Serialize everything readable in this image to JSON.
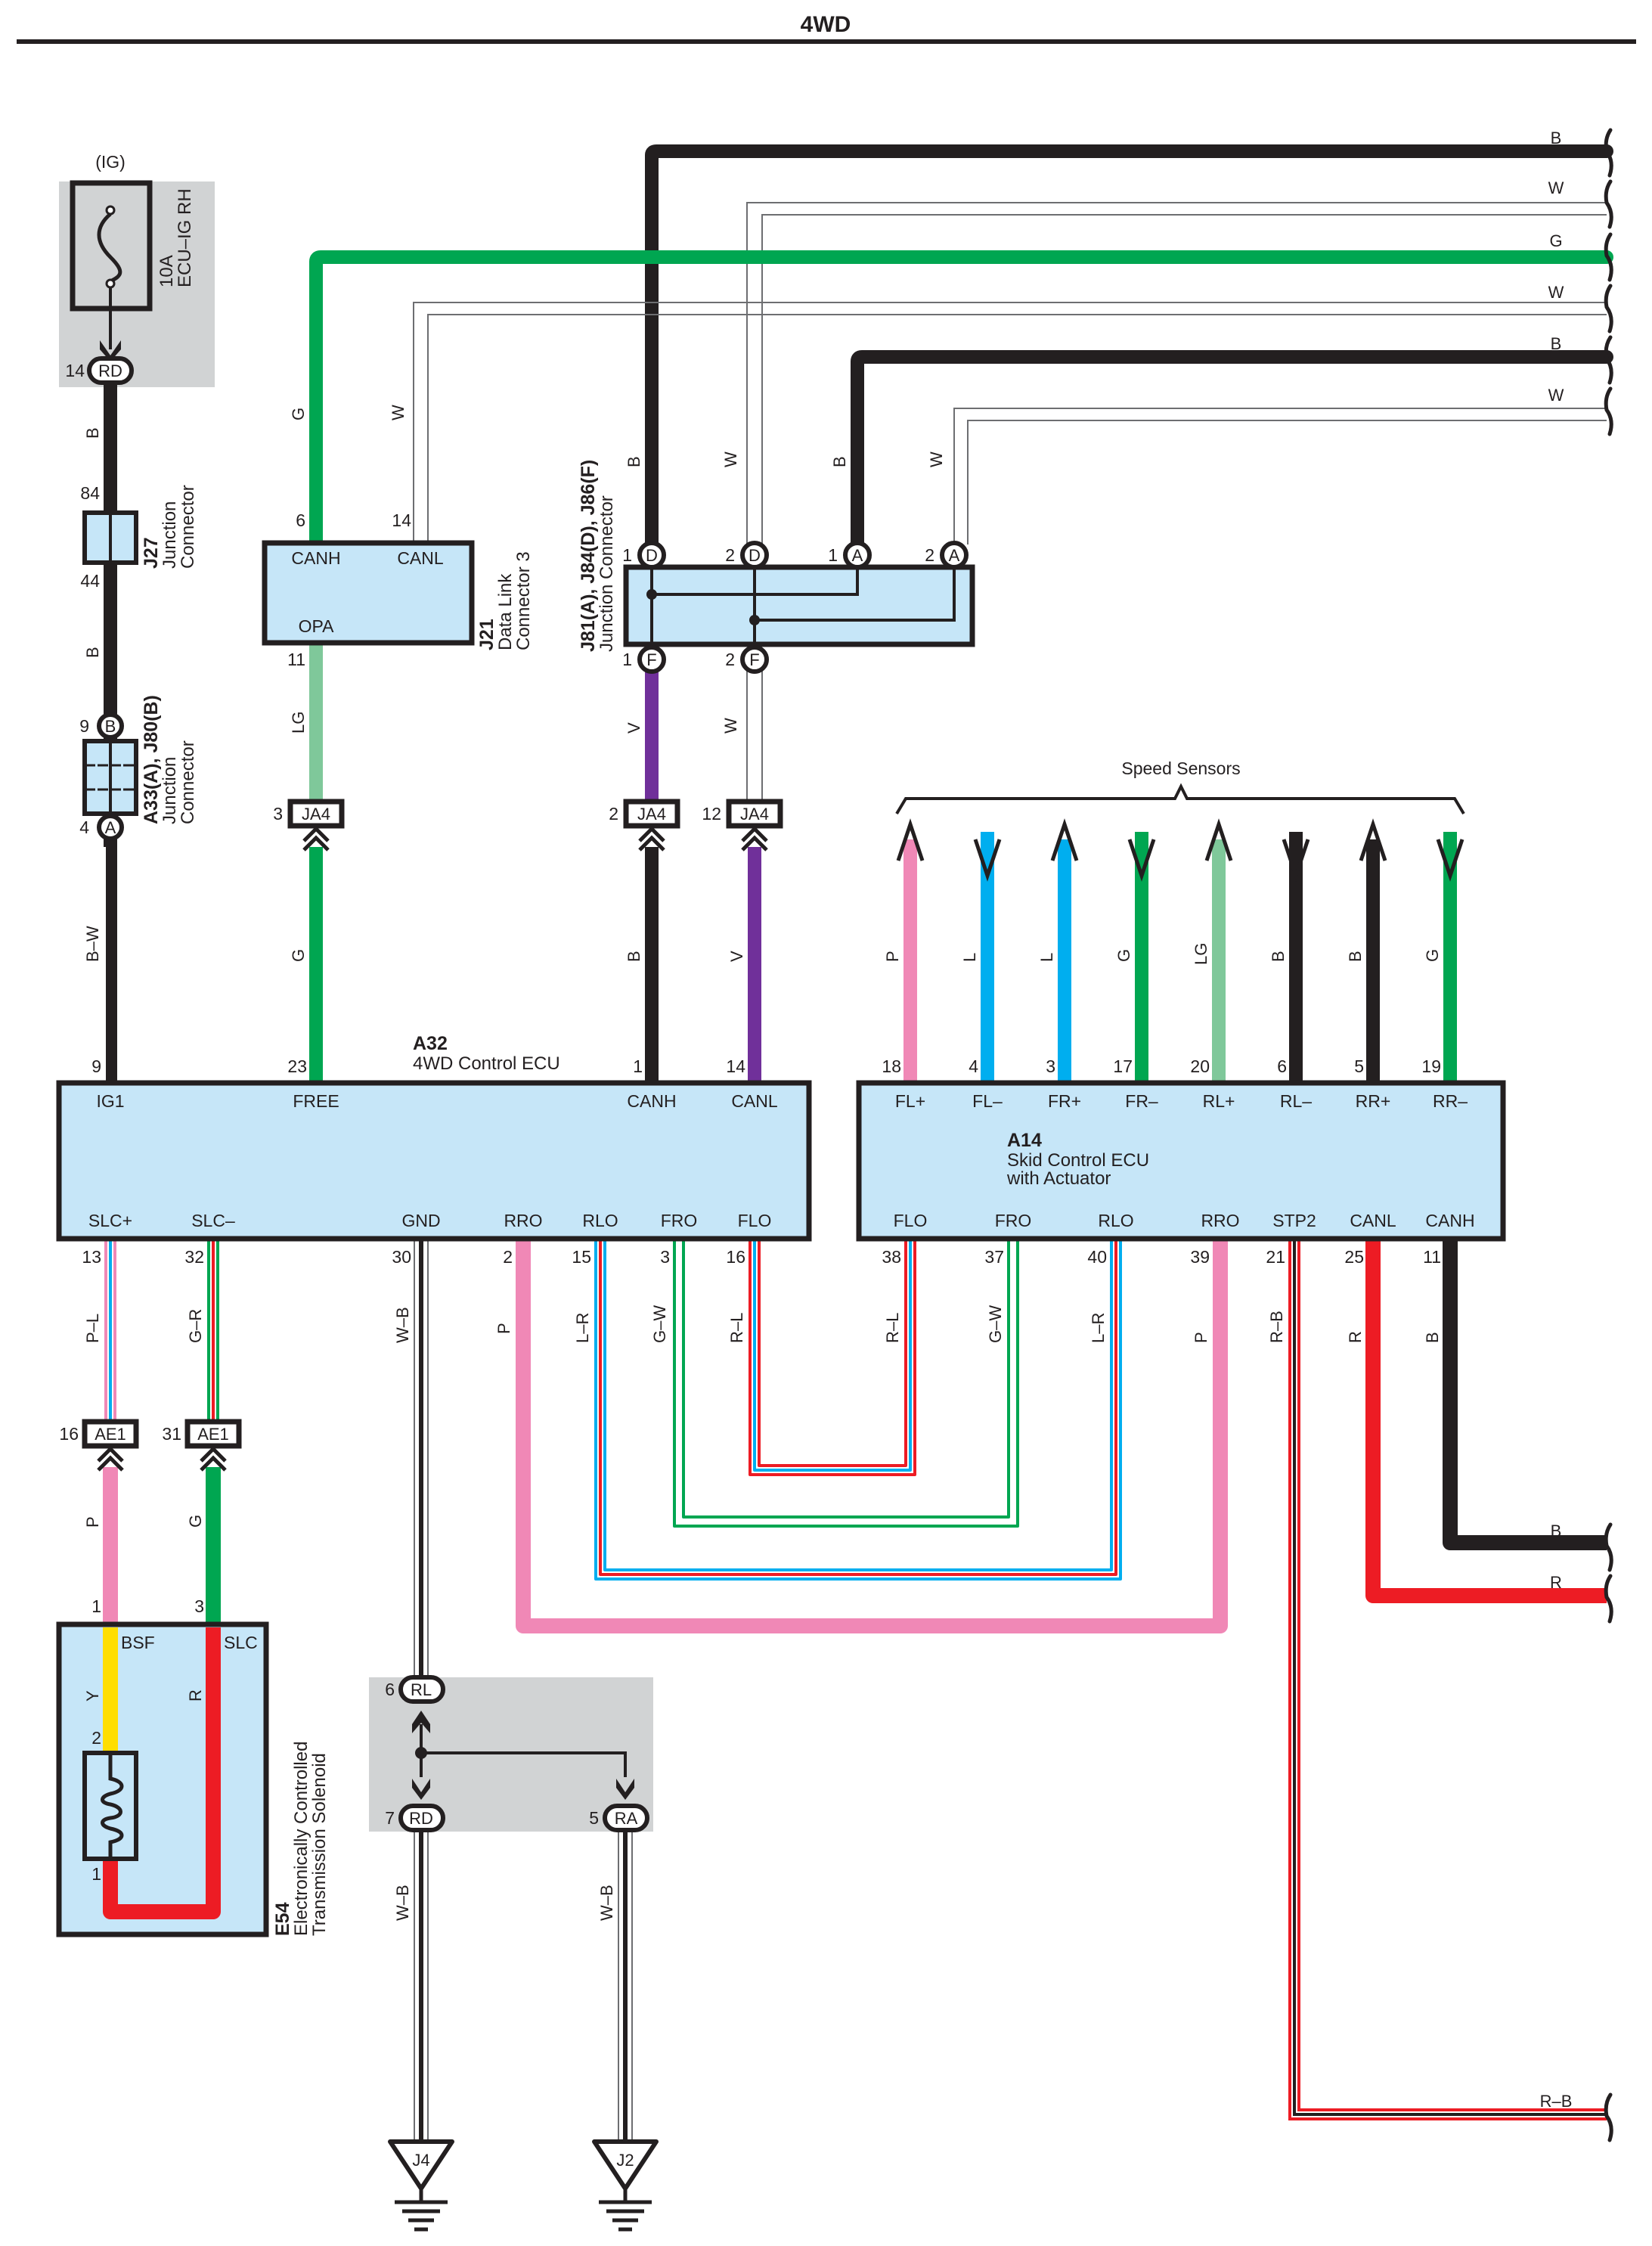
{
  "title": "4WD",
  "colors": {
    "B": "#231f20",
    "W": "#ffffff",
    "G": "#00a651",
    "LG": "#7fc89a",
    "V": "#70309a",
    "P": "#f088b6",
    "L": "#00aeef",
    "R": "#ed1c24",
    "Y": "#ffde00",
    "component_fill": "#c6e6f8",
    "shade": "#d1d3d4"
  },
  "fuse": {
    "supply": "(IG)",
    "rating": "10A",
    "name": "ECU–IG RH",
    "connector_pin": "14",
    "connector_id": "RD"
  },
  "j27": {
    "id": "J27",
    "name_line1": "Junction",
    "name_line2": "Connector",
    "pin_top": "84",
    "pin_bottom": "44"
  },
  "a33_j80": {
    "id": "A33(A), J80(B)",
    "name_line1": "Junction",
    "name_line2": "Connector",
    "pin_top": "9",
    "pin_top_id": "B",
    "pin_bottom": "4",
    "pin_bottom_id": "A"
  },
  "j21": {
    "id": "J21",
    "name_line1": "Data Link",
    "name_line2": "Connector 3",
    "terminals": {
      "canh": "CANH",
      "canl": "CANL",
      "opa": "OPA"
    },
    "pins": {
      "canh": "6",
      "canl": "14",
      "opa": "11"
    }
  },
  "junction_j81": {
    "id": "J81(A), J84(D), J86(F)",
    "name": "Junction Connector",
    "top_pins": [
      {
        "num": "1",
        "id": "D"
      },
      {
        "num": "2",
        "id": "D"
      },
      {
        "num": "1",
        "id": "A"
      },
      {
        "num": "2",
        "id": "A"
      }
    ],
    "bottom_pins": [
      {
        "num": "1",
        "id": "F"
      },
      {
        "num": "2",
        "id": "F"
      }
    ]
  },
  "ja4_plugs": [
    {
      "pin": "3",
      "id": "JA4"
    },
    {
      "pin": "2",
      "id": "JA4"
    },
    {
      "pin": "12",
      "id": "JA4"
    }
  ],
  "ae1_plugs": [
    {
      "pin": "16",
      "id": "AE1"
    },
    {
      "pin": "31",
      "id": "AE1"
    }
  ],
  "a32": {
    "id": "A32",
    "name": "4WD Control ECU",
    "top_terminals": [
      {
        "pin": "9",
        "name": "IG1"
      },
      {
        "pin": "23",
        "name": "FREE"
      },
      {
        "pin": "1",
        "name": "CANH"
      },
      {
        "pin": "14",
        "name": "CANL"
      }
    ],
    "bottom_terminals": [
      {
        "pin": "13",
        "name": "SLC+"
      },
      {
        "pin": "32",
        "name": "SLC–"
      },
      {
        "pin": "30",
        "name": "GND"
      },
      {
        "pin": "2",
        "name": "RRO"
      },
      {
        "pin": "15",
        "name": "RLO"
      },
      {
        "pin": "3",
        "name": "FRO"
      },
      {
        "pin": "16",
        "name": "FLO"
      }
    ]
  },
  "a14": {
    "id": "A14",
    "name_line1": "Skid Control ECU",
    "name_line2": "with Actuator",
    "top_terminals": [
      {
        "pin": "18",
        "name": "FL+",
        "wire": "P"
      },
      {
        "pin": "4",
        "name": "FL–",
        "wire": "L"
      },
      {
        "pin": "3",
        "name": "FR+",
        "wire": "L"
      },
      {
        "pin": "17",
        "name": "FR–",
        "wire": "G"
      },
      {
        "pin": "20",
        "name": "RL+",
        "wire": "LG"
      },
      {
        "pin": "6",
        "name": "RL–",
        "wire": "B"
      },
      {
        "pin": "5",
        "name": "RR+",
        "wire": "B"
      },
      {
        "pin": "19",
        "name": "RR–",
        "wire": "G"
      }
    ],
    "bottom_terminals": [
      {
        "pin": "38",
        "name": "FLO",
        "wire": "R–L"
      },
      {
        "pin": "37",
        "name": "FRO",
        "wire": "G–W"
      },
      {
        "pin": "40",
        "name": "RLO",
        "wire": "L–R"
      },
      {
        "pin": "39",
        "name": "RRO",
        "wire": "P"
      },
      {
        "pin": "21",
        "name": "STP2",
        "wire": "R–B"
      },
      {
        "pin": "25",
        "name": "CANL",
        "wire": "R"
      },
      {
        "pin": "11",
        "name": "CANH",
        "wire": "B"
      }
    ]
  },
  "speed_sensors_label": "Speed Sensors",
  "e54": {
    "id": "E54",
    "name_line1": "Electronically Controlled",
    "name_line2": "Transmission Solenoid",
    "terminals": {
      "bsf": "BSF",
      "slc": "SLC"
    },
    "pins": {
      "bsf_in": "1",
      "slc_in": "3",
      "coil_top": "2",
      "coil_bottom": "1"
    }
  },
  "ground_junction": {
    "input": {
      "pin": "6",
      "id": "RL"
    },
    "outputs": [
      {
        "pin": "7",
        "id": "RD"
      },
      {
        "pin": "5",
        "id": "RA"
      }
    ]
  },
  "grounds": [
    "J4",
    "J2"
  ],
  "wire_labels": {
    "fuse_to_j27": "B",
    "j27_to_a33": "B",
    "ig1": "B–W",
    "dlc_canh": "G",
    "dlc_canl": "W",
    "opa": "LG",
    "free": "G",
    "jc_in_1": "B",
    "jc_in_2": "W",
    "jc_in_3": "B",
    "jc_in_4": "W",
    "jc_out_1": "V",
    "jc_out_2": "W",
    "a32_canh": "B",
    "a32_canl": "V",
    "slc_plus": "P–L",
    "slc_minus": "G–R",
    "gnd": "W–B",
    "rro": "P",
    "rlo": "L–R",
    "fro": "G–W",
    "flo": "R–L",
    "e54_bsf": "P",
    "e54_slc": "G",
    "coil_top": "Y",
    "coil_bottom": "R",
    "gnd_j4": "W–B",
    "gnd_j2": "W–B"
  },
  "offpage": [
    {
      "wire": "B"
    },
    {
      "wire": "W"
    },
    {
      "wire": "G"
    },
    {
      "wire": "W"
    },
    {
      "wire": "B"
    },
    {
      "wire": "W"
    },
    {
      "wire": "B"
    },
    {
      "wire": "R"
    },
    {
      "wire": "R–B"
    }
  ]
}
